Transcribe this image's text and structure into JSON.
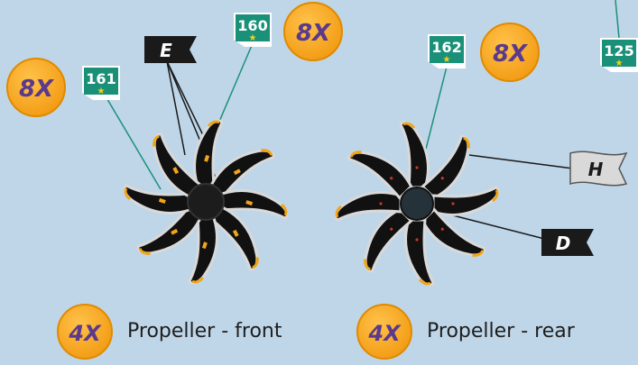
{
  "qty_badges": {
    "left_top": "8X",
    "front_top": "8X",
    "rear_top": "8X",
    "front_bottom": "4X",
    "rear_bottom": "4X"
  },
  "part_tags": {
    "front_left": "161",
    "front_right": "160",
    "rear": "162",
    "edge": "125"
  },
  "decal_flags": {
    "front": "E",
    "rear_top": "H",
    "rear_bottom": "D"
  },
  "labels": {
    "front": "Propeller - front",
    "rear": "Propeller - rear"
  },
  "colors": {
    "background": "#bfd6e8",
    "badge_fill": "#f6a31c",
    "badge_text": "#5b3a8c",
    "tag_fill": "#1b9078",
    "blade": "#111111",
    "blade_edge": "#d9d9d9",
    "blade_marks": "#f2a516",
    "flag_dark": "#1a1a1a",
    "flag_light": "#d9d9d9"
  }
}
